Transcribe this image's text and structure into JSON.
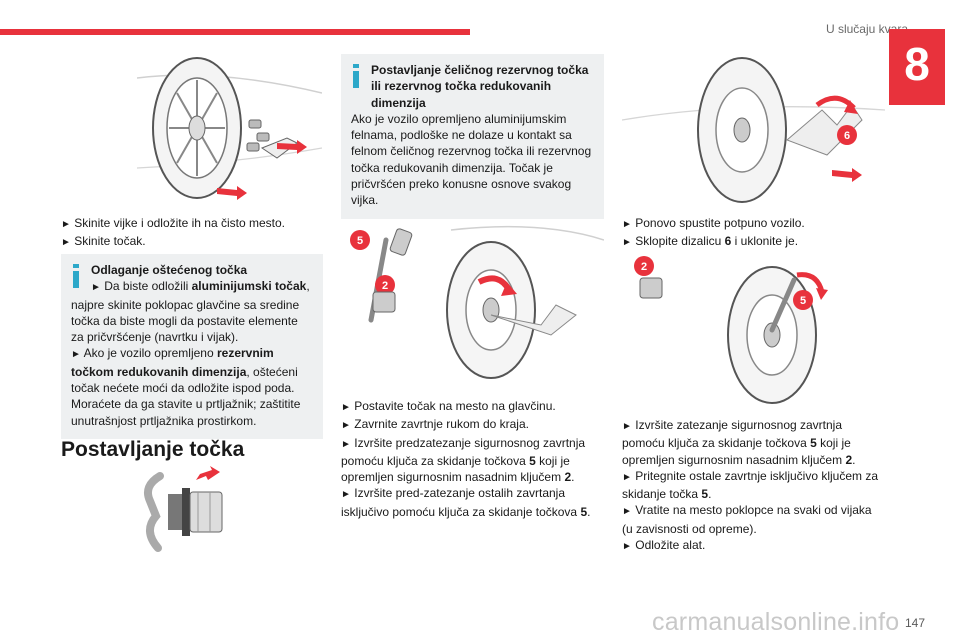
{
  "header": {
    "section_title": "U slučaju kvara",
    "chapter_number": "8"
  },
  "col1": {
    "steps_a": [
      "Skinite vijke i odložite ih na čisto mesto.",
      "Skinite točak."
    ],
    "infobox": {
      "title": "Odlaganje oštećenog točka",
      "bullet1_pre": "Da biste odložili ",
      "bullet1_bold": "aluminijumski točak",
      "bullet1_post": ", najpre skinite poklopac glavčine sa sredine točka da biste mogli da postavite elemente za pričvršćenje (navrtku i vijak).",
      "bullet2_pre": "Ako je vozilo opremljeno ",
      "bullet2_bold": "rezervnim točkom redukovanih dimenzija",
      "bullet2_post": ", oštećeni točak nećete moći da odložite ispod poda.",
      "text3": "Moraćete da ga stavite u prtljažnik; zaštitite unutrašnjost prtljažnika prostirkom."
    },
    "heading": "Postavljanje točka"
  },
  "col2": {
    "infobox": {
      "title": "Postavljanje čeličnog rezervnog točka ili rezervnog točka redukovanih dimenzija",
      "text": "Ako je vozilo opremljeno aluminijumskim felnama, podloške ne dolaze u kontakt sa felnom čeličnog rezervnog točka ili rezervnog točka redukovanih dimenzija. Točak je pričvršćen preko konusne osnove svakog vijka."
    },
    "step1": "Postavite točak na mesto na glavčinu.",
    "step2": "Zavrnite zavrtnje rukom do kraja.",
    "step3_pre": "Izvršite predzatezanje sigurnosnog zavrtnja pomoću ključa za skidanje točkova ",
    "step3_n1": "5",
    "step3_mid": " koji je opremljen sigurnosnim nasadnim ključem ",
    "step3_n2": "2",
    "step3_post": ".",
    "step4_pre": "Izvršite pred-zatezanje ostalih zavrtanja isključivo pomoću ključa za skidanje točkova ",
    "step4_n": "5",
    "step4_post": "."
  },
  "col3": {
    "step1": "Ponovo spustite potpuno vozilo.",
    "step2_pre": "Sklopite dizalicu ",
    "step2_n": "6",
    "step2_post": " i uklonite je.",
    "step3_pre": "Izvršite zatezanje sigurnosnog zavrtnja pomoću ključa za skidanje točkova ",
    "step3_n1": "5",
    "step3_mid": " koji je opremljen sigurnosnim nasadnim ključem ",
    "step3_n2": "2",
    "step3_post": ".",
    "step4_pre": "Pritegnite ostale zavrtnje isključivo ključem za skidanje točka ",
    "step4_n": "5",
    "step4_post": ".",
    "step5": "Vratite na mesto poklopce na svaki od vijaka (u zavisnosti od opreme).",
    "step6": "Odložite alat."
  },
  "callouts": {
    "c2": "2",
    "c5": "5",
    "c6": "6"
  },
  "bullet_glyph": "►",
  "page_number": "147",
  "watermark": "carmanualsonline.info",
  "colors": {
    "accent_red": "#e8323c",
    "info_blue": "#2ca8c9",
    "box_gray": "#eef0f1"
  }
}
